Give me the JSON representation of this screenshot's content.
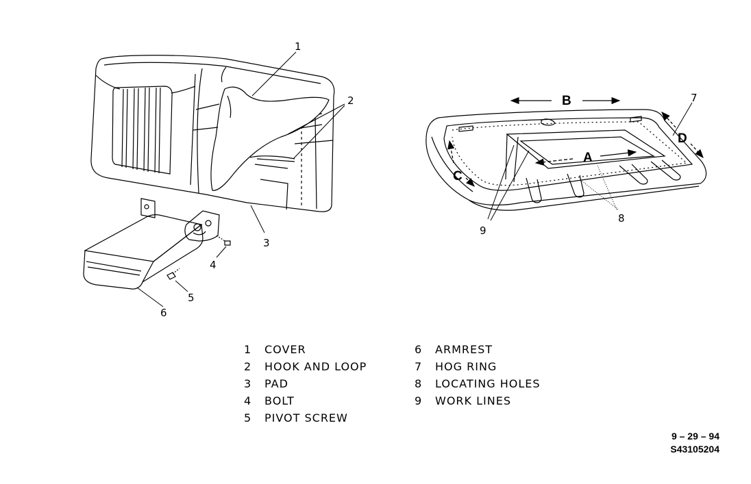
{
  "callouts": {
    "c1": "1",
    "c2": "2",
    "c3": "3",
    "c4": "4",
    "c5": "5",
    "c6": "6",
    "c7": "7",
    "c8": "8",
    "c9": "9"
  },
  "dimensions": {
    "a": "A",
    "b": "B",
    "c": "C",
    "d": "D"
  },
  "legend_left": [
    {
      "num": "1",
      "label": "COVER"
    },
    {
      "num": "2",
      "label": "HOOK AND LOOP"
    },
    {
      "num": "3",
      "label": "PAD"
    },
    {
      "num": "4",
      "label": "BOLT"
    },
    {
      "num": "5",
      "label": "PIVOT SCREW"
    }
  ],
  "legend_right": [
    {
      "num": "6",
      "label": "ARMREST"
    },
    {
      "num": "7",
      "label": "HOG RING"
    },
    {
      "num": "8",
      "label": "LOCATING HOLES"
    },
    {
      "num": "9",
      "label": "WORK LINES"
    }
  ],
  "stamp": {
    "date": "9 – 29 – 94",
    "code": "S43105204"
  }
}
